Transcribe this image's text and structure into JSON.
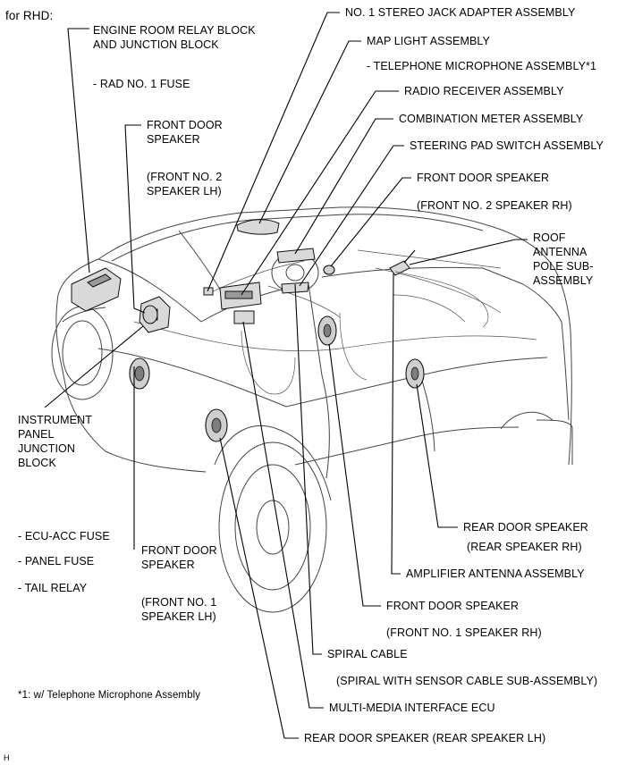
{
  "header": {
    "variant": "for RHD:"
  },
  "labels": {
    "engine_room_relay": "ENGINE ROOM RELAY BLOCK\nAND JUNCTION BLOCK",
    "rad_fuse": "- RAD NO. 1 FUSE",
    "front_door_speaker_lh_top": "FRONT DOOR\nSPEAKER",
    "front_no2_lh": "(FRONT NO. 2\nSPEAKER LH)",
    "instrument_panel_jb": "INSTRUMENT\nPANEL\nJUNCTION\nBLOCK",
    "ecu_acc_fuse": "- ECU-ACC FUSE",
    "panel_fuse": "- PANEL FUSE",
    "tail_relay": "- TAIL RELAY",
    "front_door_speaker_lh_bottom": "FRONT DOOR\nSPEAKER",
    "front_no1_lh": "(FRONT NO. 1\nSPEAKER LH)",
    "footnote": "*1: w/ Telephone Microphone Assembly",
    "stereo_jack": "NO. 1 STEREO JACK ADAPTER ASSEMBLY",
    "map_light": "MAP LIGHT ASSEMBLY",
    "telephone_mic": "- TELEPHONE MICROPHONE ASSEMBLY*1",
    "radio_receiver": "RADIO RECEIVER ASSEMBLY",
    "combination_meter": "COMBINATION METER ASSEMBLY",
    "steering_pad": "STEERING PAD SWITCH ASSEMBLY",
    "front_door_speaker_rh_top": "FRONT DOOR SPEAKER",
    "front_no2_rh": "(FRONT NO. 2 SPEAKER RH)",
    "roof_antenna": "ROOF\nANTENNA\nPOLE SUB-\nASSEMBLY",
    "rear_door_speaker_rh": "REAR DOOR SPEAKER",
    "rear_speaker_rh": "(REAR SPEAKER RH)",
    "amplifier_antenna": "AMPLIFIER ANTENNA ASSEMBLY",
    "front_door_speaker_rh_bottom": "FRONT DOOR SPEAKER",
    "front_no1_rh": "(FRONT NO. 1 SPEAKER RH)",
    "spiral_cable": "SPIRAL CABLE",
    "spiral_sub": "(SPIRAL WITH SENSOR CABLE SUB-ASSEMBLY)",
    "multimedia_ecu": "MULTI-MEDIA INTERFACE ECU",
    "rear_door_speaker_lh": "REAR DOOR SPEAKER (REAR SPEAKER LH)"
  },
  "corner_mark": "H"
}
